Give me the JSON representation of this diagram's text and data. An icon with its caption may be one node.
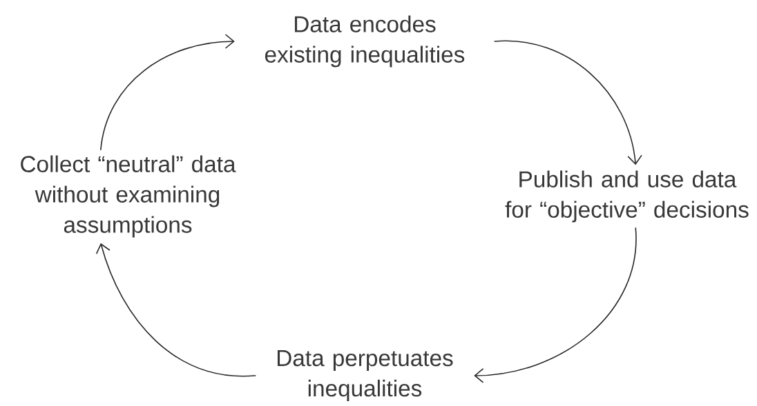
{
  "diagram": {
    "nodes": [
      {
        "text": [
          "Data encodes existing inequalities"
        ]
      },
      {
        "text": [
          "Publish and use data for “objective” decisions"
        ]
      },
      {
        "text": [
          "Data perpetuates inequalities"
        ]
      },
      {
        "text": [
          "Collect “neutral” data without examining assumptions"
        ]
      }
    ],
    "edges": [
      {
        "from": 0,
        "to": 1,
        "arrow": "to"
      },
      {
        "from": 1,
        "to": 2,
        "arrow": "to"
      },
      {
        "from": 2,
        "to": 3,
        "arrow": "to"
      },
      {
        "from": 3,
        "to": 0,
        "arrow": "to"
      }
    ]
  }
}
